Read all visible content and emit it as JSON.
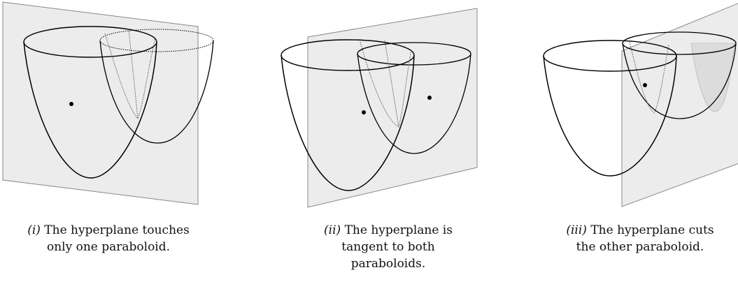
{
  "panels": [
    {
      "label": "(i)",
      "caption_line1": "The hyperplane touches",
      "caption_rest": "only one paraboloid."
    },
    {
      "label": "(ii)",
      "caption_line1": "The hyperplane is",
      "caption_rest": "tangent to both paraboloids."
    },
    {
      "label": "(iii)",
      "caption_line1": "The hyperplane cuts",
      "caption_rest": "the other paraboloid."
    }
  ],
  "colors": {
    "plane_fill": "#ececec",
    "plane_stroke": "#888888",
    "curve": "#000000",
    "hidden_curve": "#555555"
  }
}
